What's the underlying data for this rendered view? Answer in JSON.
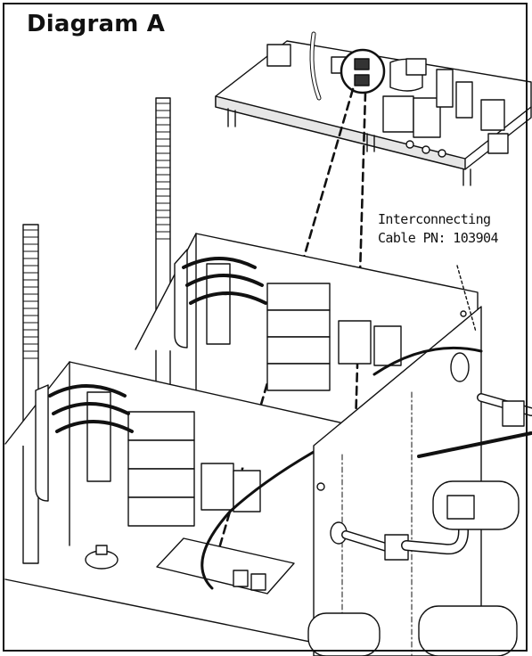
{
  "diagram": {
    "title": "Diagram A",
    "callout": {
      "line1": "Interconnecting",
      "line2": "Cable PN: 103904"
    }
  }
}
